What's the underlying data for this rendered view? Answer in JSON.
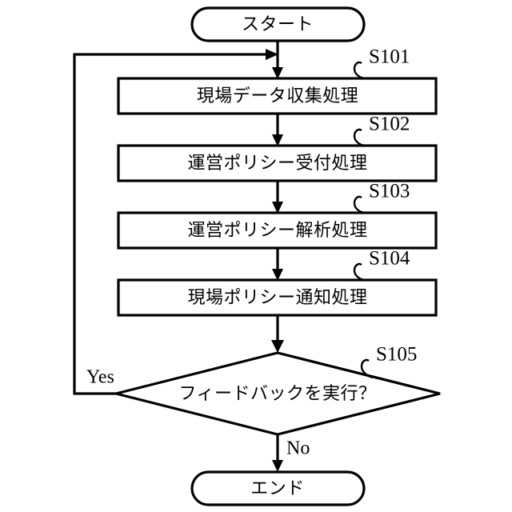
{
  "diagram": {
    "type": "flowchart",
    "language": "ja",
    "orientation": "vertical",
    "background_color": "#ffffff",
    "line_color": "#000000",
    "terminals": {
      "start": "スタート",
      "end": "エンド"
    },
    "steps": [
      {
        "id": "S101",
        "label": "S101",
        "text": "現場データ収集処理",
        "shape": "process"
      },
      {
        "id": "S102",
        "label": "S102",
        "text": "運営ポリシー受付処理",
        "shape": "process"
      },
      {
        "id": "S103",
        "label": "S103",
        "text": "運営ポリシー解析処理",
        "shape": "process"
      },
      {
        "id": "S104",
        "label": "S104",
        "text": "現場ポリシー通知処理",
        "shape": "process"
      }
    ],
    "decision": {
      "id": "S105",
      "label": "S105",
      "text": "フィードバックを実行？",
      "shape": "decision",
      "branches": {
        "yes": "Yes",
        "no": "No"
      }
    },
    "flow": {
      "yes_target": "S101",
      "no_target": "エンド"
    }
  }
}
